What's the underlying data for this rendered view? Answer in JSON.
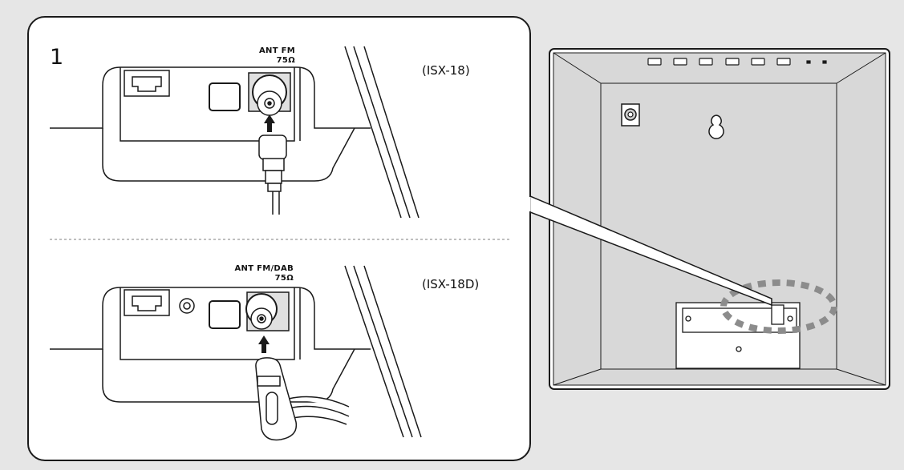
{
  "step": {
    "number": "1"
  },
  "top_variant": {
    "model": "(ISX-18)",
    "port_line1": "ANT FM",
    "port_line2": "75Ω"
  },
  "bottom_variant": {
    "model": "(ISX-18D)",
    "port_line1": "ANT FM/DAB",
    "port_line2": "75Ω"
  },
  "colors": {
    "background": "#e6e6e6",
    "panel": "#ffffff",
    "device_fill": "#d8d8d8",
    "dotted_highlight": "#8c8c8c",
    "line": "#1a1a1a"
  }
}
